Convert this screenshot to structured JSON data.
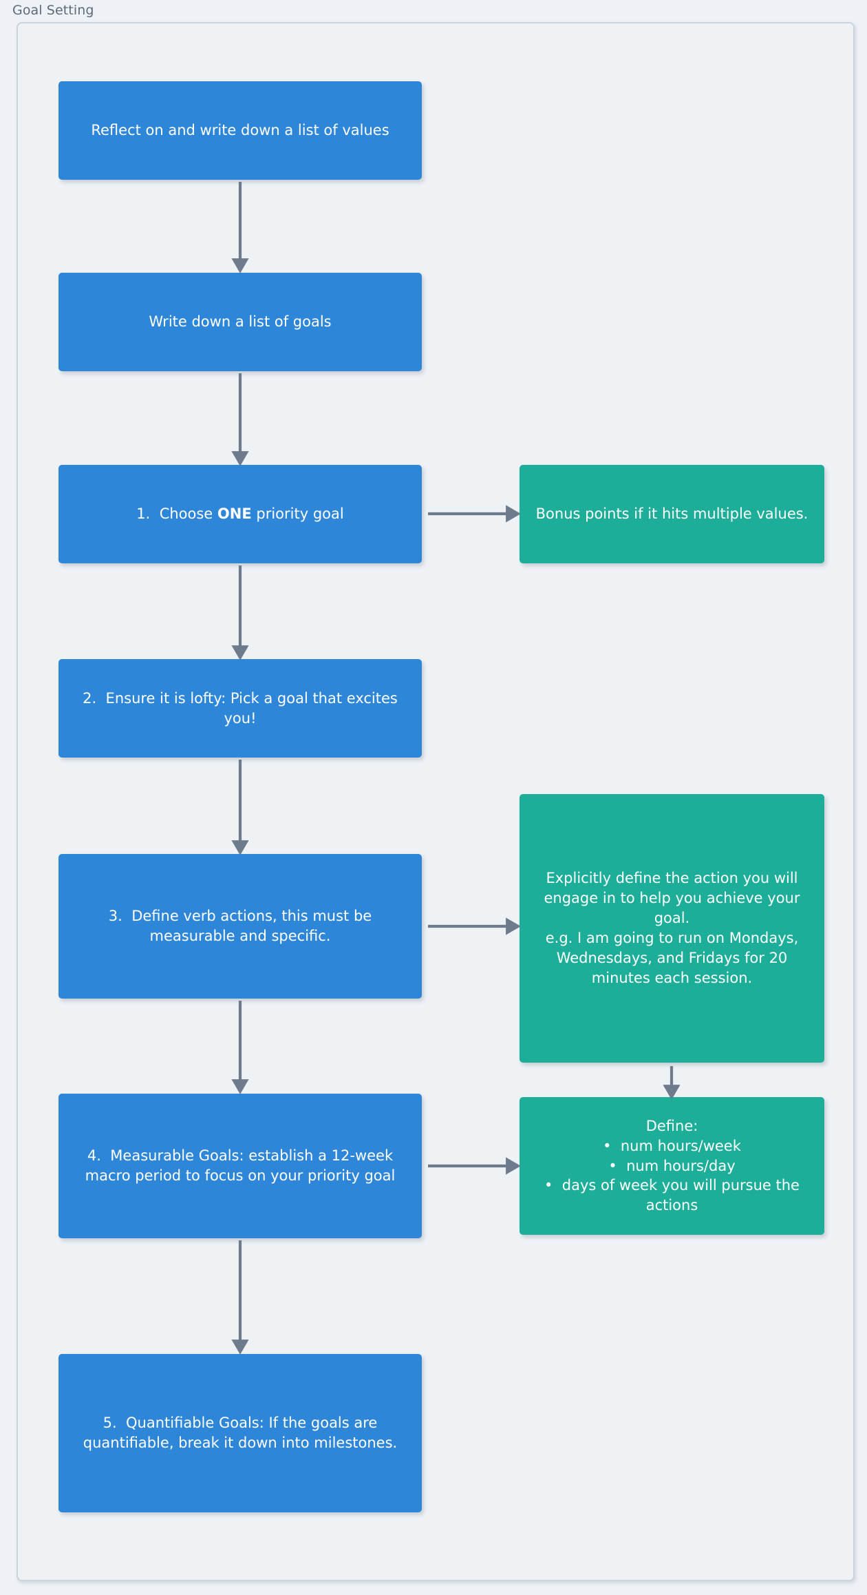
{
  "cluster": {
    "title": "Goal Setting"
  },
  "colors": {
    "blue": "#2e86d9",
    "green": "#1cae99",
    "arrow": "#6d7b8d",
    "frame_border": "#c9d4de",
    "background": "#eef1f5",
    "title_text": "#5d6b7c"
  },
  "nodes": {
    "values": {
      "label": "Reflect on and write down a list of values"
    },
    "goals": {
      "label": "Write down a list of goals"
    },
    "step1": {
      "number": "1.",
      "text_before": "Choose ",
      "emphasis": "ONE",
      "text_after": " priority goal"
    },
    "step1_note": {
      "label": "Bonus points if it hits multiple values."
    },
    "step2": {
      "number": "2.",
      "label": "Ensure it is lofty: Pick a goal that excites you!"
    },
    "step3": {
      "number": "3.",
      "label": "Define verb actions, this must be measurable and specific."
    },
    "step3_note": {
      "line1": "Explicitly define the action you will engage in to help you achieve your goal.",
      "line2": "e.g. I am going to run on Mondays, Wednesdays, and Fridays for 20 minutes each session."
    },
    "step4": {
      "number": "4.",
      "label": "Measurable Goals: establish a 12-week macro period to focus on your priority goal"
    },
    "step4_note": {
      "heading": "Define:",
      "bullets": [
        "num hours/week",
        "num hours/day",
        "days of week you will pursue the actions"
      ],
      "bullet_glyph": "•"
    },
    "step5": {
      "number": "5.",
      "label": "Quantifiable Goals: If the goals are quantifiable, break it down into milestones."
    }
  },
  "edges": [
    {
      "name": "values-to-goals",
      "direction": "down"
    },
    {
      "name": "goals-to-step1",
      "direction": "down"
    },
    {
      "name": "step1-to-note",
      "direction": "right"
    },
    {
      "name": "step1-to-step2",
      "direction": "down"
    },
    {
      "name": "step2-to-step3",
      "direction": "down"
    },
    {
      "name": "step3-to-note",
      "direction": "right"
    },
    {
      "name": "step3-to-step4",
      "direction": "down"
    },
    {
      "name": "step3note-to-step4note",
      "direction": "down"
    },
    {
      "name": "step4-to-note",
      "direction": "right"
    },
    {
      "name": "step4-to-step5",
      "direction": "down"
    }
  ]
}
